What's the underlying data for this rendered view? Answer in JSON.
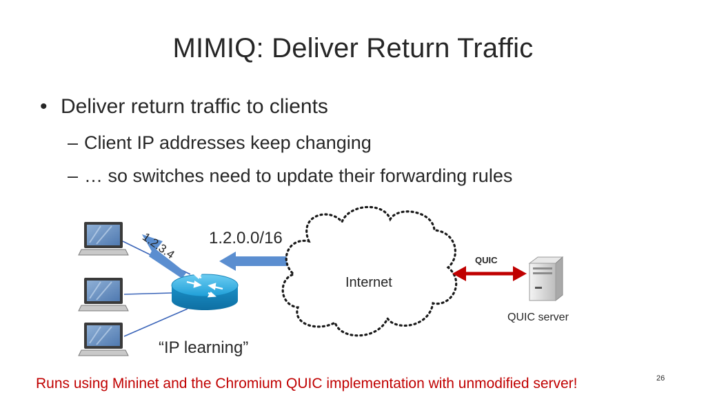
{
  "slide": {
    "title": "MIMIQ: Deliver Return Traffic",
    "bullets": {
      "main": "Deliver return traffic to clients",
      "sub": [
        "Client IP addresses keep changing",
        "… so switches need to update their forwarding rules"
      ]
    },
    "bullet_glyph": "•",
    "dash_glyph": "–"
  },
  "diagram": {
    "client_ip_label": "1.2.3.4",
    "prefix_label": "1.2.0.0/16",
    "cloud_label": "Internet",
    "protocol_label": "QUIC",
    "server_label": "QUIC server",
    "switch_caption": "“IP learning”",
    "icons": [
      "laptop-icon",
      "laptop-icon",
      "laptop-icon",
      "router-icon",
      "cloud-icon",
      "server-icon"
    ],
    "colors": {
      "arrow_blue": "#5b8ed0",
      "quic_red": "#c00000",
      "router_blue": "#1fa0d8",
      "link_blue": "#3a64b8"
    }
  },
  "footer": {
    "note": "Runs using Mininet and the Chromium QUIC implementation with unmodified server!",
    "page_number": "26"
  }
}
